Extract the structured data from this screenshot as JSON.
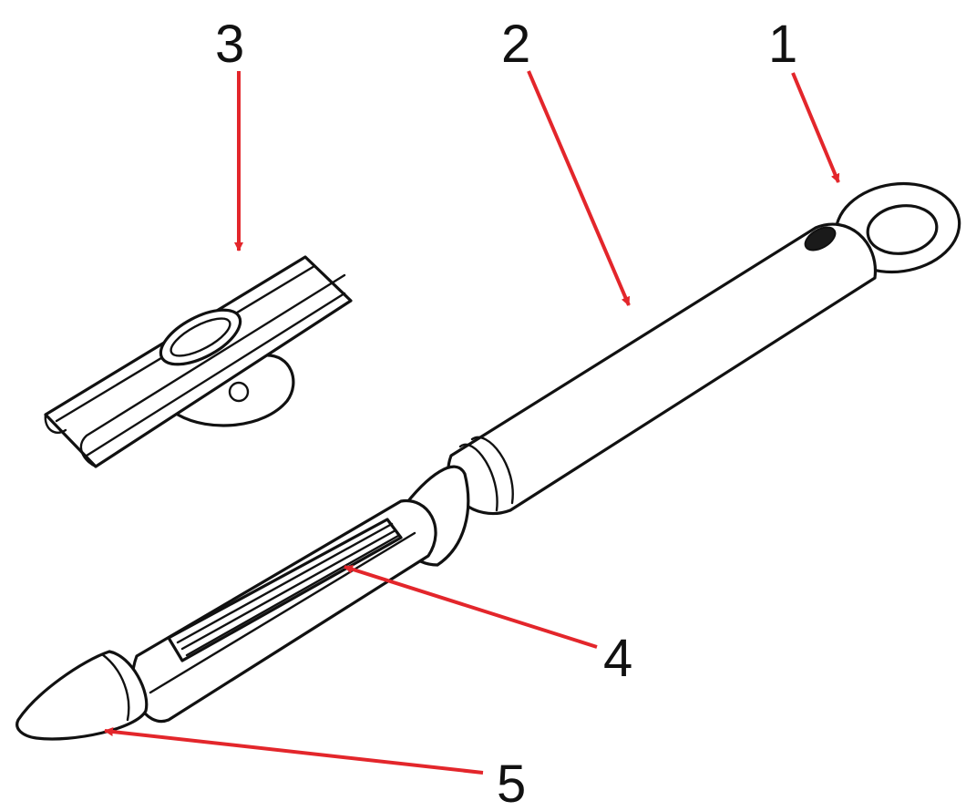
{
  "colors": {
    "arrow": "#e3262b",
    "ink": "#111111",
    "background": "#ffffff"
  },
  "callouts": [
    {
      "id": "1",
      "label": "1",
      "part": "hanging-loop"
    },
    {
      "id": "2",
      "label": "2",
      "part": "handle"
    },
    {
      "id": "3",
      "label": "3",
      "part": "blade-guard"
    },
    {
      "id": "4",
      "label": "4",
      "part": "blade"
    },
    {
      "id": "5",
      "label": "5",
      "part": "tip"
    }
  ]
}
